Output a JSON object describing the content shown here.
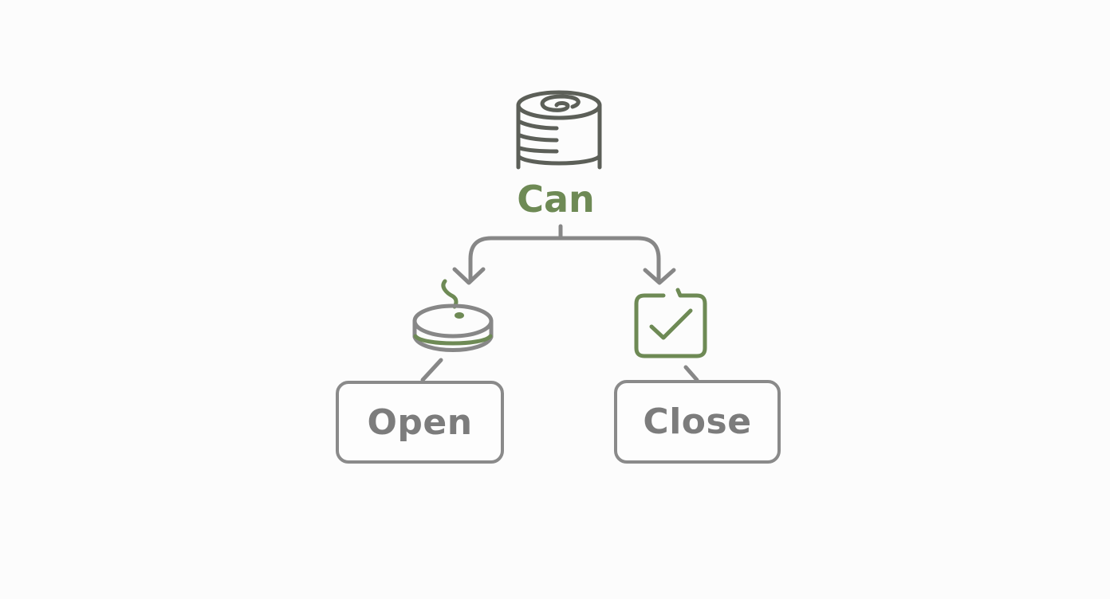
{
  "diagram": {
    "root": {
      "label": "Can",
      "icon": "tin-can-icon"
    },
    "children": [
      {
        "label": "Open",
        "icon": "opened-can-lid-icon"
      },
      {
        "label": "Close",
        "icon": "closed-checkbox-icon"
      }
    ],
    "colors": {
      "background": "#fcfcfc",
      "accent_green": "#6e8a55",
      "dark_icon": "#5c5f58",
      "connector_gray": "#878787",
      "box_text_gray": "#7c7c7c"
    }
  }
}
